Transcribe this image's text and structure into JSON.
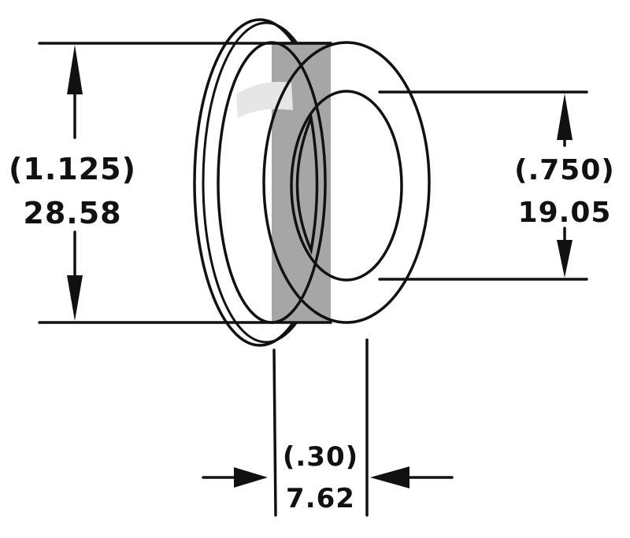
{
  "diagram": {
    "subject": "flanged bushing",
    "colors": {
      "line": "#111111",
      "background": "#ffffff",
      "outer_band_shade": "#a6a6a6",
      "bore_shade": "#777777"
    }
  },
  "dimensions": {
    "outer_diameter": {
      "inch": "(1.125)",
      "mm": "28.58"
    },
    "inner_diameter": {
      "inch": "(.750)",
      "mm": "19.05"
    },
    "width": {
      "inch": "(.30)",
      "mm": "7.62"
    }
  }
}
